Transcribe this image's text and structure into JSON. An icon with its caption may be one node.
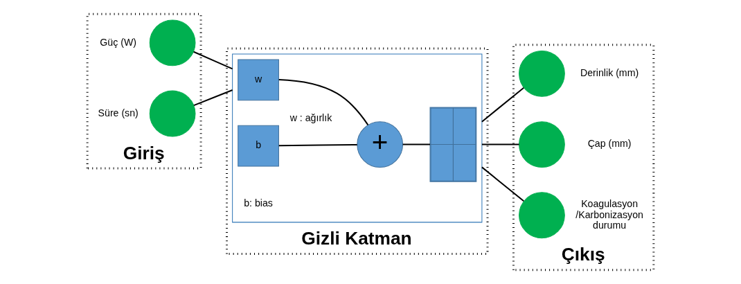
{
  "diagram": {
    "nodes": [
      {
        "text": [
          "Giriş"
        ]
      },
      {
        "text": [],
        "shape": "circle",
        "beside": [
          "Güç (W)"
        ],
        "in": 0
      },
      {
        "text": [],
        "shape": "circle",
        "beside": [
          "Süre (sn)"
        ],
        "in": 0
      },
      {
        "text": [
          "Gizli Katman"
        ]
      },
      {
        "text": [],
        "shape": "box",
        "in": 3
      },
      {
        "text": [
          "w"
        ],
        "in": 4
      },
      {
        "text": [
          "b"
        ],
        "in": 4
      },
      {
        "text": [
          "+"
        ],
        "in": 4
      },
      {
        "text": [],
        "shape": "picture",
        "in": 4
      },
      {
        "text": [
          "Çıkış"
        ]
      },
      {
        "text": [],
        "shape": "circle",
        "beside": [
          "Derinlik (mm)"
        ],
        "in": 9
      },
      {
        "text": [],
        "shape": "circle",
        "beside": [
          "Çap (mm)"
        ],
        "in": 9
      },
      {
        "text": [],
        "shape": "circle",
        "beside": [
          "Koagulasyon /Karbonizasyon durumu"
        ],
        "in": 9
      }
    ],
    "edges": [
      {
        "from": 1,
        "to": 4,
        "arrow": "none"
      },
      {
        "from": 2,
        "to": 4,
        "arrow": "none"
      },
      {
        "from": 5,
        "to": 7,
        "arrow": "none"
      },
      {
        "from": 6,
        "to": 7,
        "arrow": "none"
      },
      {
        "from": 7,
        "to": 8,
        "arrow": "none"
      },
      {
        "from": 4,
        "to": 10,
        "arrow": "none"
      },
      {
        "from": 4,
        "to": 11,
        "arrow": "none"
      },
      {
        "from": 4,
        "to": 12,
        "arrow": "none"
      }
    ],
    "labels": [
      "w : ağırlık",
      "b: bias"
    ]
  }
}
